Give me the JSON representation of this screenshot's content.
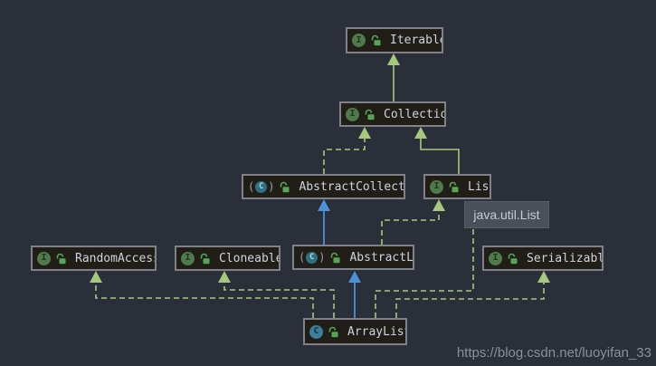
{
  "diagram_type": "uml-class-hierarchy",
  "colors": {
    "background": "#2b2f39",
    "node_background": "#211e17",
    "node_border": "#7f8389",
    "node_text": "#ccd4e2",
    "implements_extends_interface": "#a6c87d",
    "extends_class": "#4b92d8",
    "tooltip_background": "#4a4f58",
    "interface_icon": "#4e7a4c",
    "class_icon": "#3b7f9b",
    "abstract_class_icon": "#2f7183",
    "lock_icon": "#57a557"
  },
  "icons": {
    "interface_letter": "I",
    "class_letter": "C",
    "paren_open": "(",
    "paren_close": ")"
  },
  "nodes": [
    {
      "id": "iterable",
      "label": "Iterable",
      "type": "interface"
    },
    {
      "id": "collection",
      "label": "Collection",
      "type": "interface"
    },
    {
      "id": "abstract-collection",
      "label": "AbstractCollection",
      "type": "abstract-class"
    },
    {
      "id": "list",
      "label": "List",
      "type": "interface"
    },
    {
      "id": "random-access",
      "label": "RandomAccess",
      "type": "interface"
    },
    {
      "id": "cloneable",
      "label": "Cloneable",
      "type": "interface"
    },
    {
      "id": "abstract-list",
      "label": "AbstractList",
      "type": "abstract-class"
    },
    {
      "id": "serializable",
      "label": "Serializable",
      "type": "interface"
    },
    {
      "id": "array-list",
      "label": "ArrayList",
      "type": "class"
    }
  ],
  "edges": [
    {
      "from": "Collection",
      "to": "Iterable",
      "relation": "extends",
      "style": "solid-green"
    },
    {
      "from": "AbstractCollection",
      "to": "Collection",
      "relation": "implements",
      "style": "dashed-green"
    },
    {
      "from": "List",
      "to": "Collection",
      "relation": "extends",
      "style": "solid-green"
    },
    {
      "from": "AbstractList",
      "to": "AbstractCollection",
      "relation": "extends",
      "style": "solid-blue"
    },
    {
      "from": "AbstractList",
      "to": "List",
      "relation": "implements",
      "style": "dashed-green"
    },
    {
      "from": "ArrayList",
      "to": "AbstractList",
      "relation": "extends",
      "style": "solid-blue"
    },
    {
      "from": "ArrayList",
      "to": "RandomAccess",
      "relation": "implements",
      "style": "dashed-green"
    },
    {
      "from": "ArrayList",
      "to": "Cloneable",
      "relation": "implements",
      "style": "dashed-green"
    },
    {
      "from": "ArrayList",
      "to": "List",
      "relation": "implements",
      "style": "dashed-green"
    },
    {
      "from": "ArrayList",
      "to": "Serializable",
      "relation": "implements",
      "style": "dashed-green"
    }
  ],
  "tooltip": {
    "text": "java.util.List"
  },
  "watermark": {
    "text": "https://blog.csdn.net/luoyifan_33"
  }
}
